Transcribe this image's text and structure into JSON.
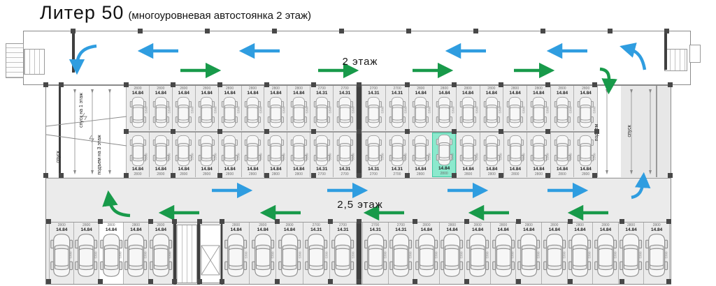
{
  "title": {
    "main": "Литер 50",
    "sub": "(многоуровневая автостоянка 2 этаж)"
  },
  "levels": {
    "top_corridor_label": "2 этаж",
    "middle_corridor_label": "2,5 этаж"
  },
  "ramps": {
    "left_descend": "спуск на 1 этаж",
    "left_outer": "спуск",
    "left_ascend": "подъем на 3 этаж",
    "right_ascend": "подъем",
    "right_descend": "спуск"
  },
  "colors": {
    "arrow_blue": "#2f9de0",
    "arrow_green": "#189a4a",
    "highlight_fill": "#8ce9cd",
    "highlight_border": "#3cc9a2",
    "column": "#484848",
    "floor_gray": "#ebebeb"
  },
  "stalls": {
    "depth_dim": "5300",
    "types": {
      "L": {
        "label": "14.84",
        "dim": "2800"
      },
      "S": {
        "label": "14.31",
        "dim": "2700"
      },
      "H": {
        "label": "14.84",
        "dim": "2800",
        "highlight": true
      },
      "W": {
        "label": "14.84",
        "dim": "2800",
        "white": true
      }
    },
    "rows": {
      "middle_top_left": [
        "L",
        "L",
        "L",
        "L",
        "L",
        "L",
        "L",
        "L",
        "S",
        "S"
      ],
      "middle_top_right": [
        "S",
        "S",
        "L",
        "L",
        "L",
        "L",
        "L",
        "L",
        "L",
        "L"
      ],
      "middle_bottom_left": [
        "L",
        "L",
        "L",
        "L",
        "L",
        "L",
        "L",
        "L",
        "S",
        "S"
      ],
      "middle_bottom_right": [
        "S",
        "S",
        "L",
        "H",
        "L",
        "L",
        "L",
        "L",
        "L",
        "L"
      ],
      "bottom_left": [
        "L",
        "L",
        "W",
        "L",
        "L"
      ],
      "bottom_center": [
        "L",
        "L",
        "L",
        "S",
        "S"
      ],
      "bottom_right": [
        "S",
        "S",
        "L",
        "L",
        "L",
        "L",
        "L",
        "L",
        "L",
        "L",
        "L",
        "L"
      ]
    }
  }
}
